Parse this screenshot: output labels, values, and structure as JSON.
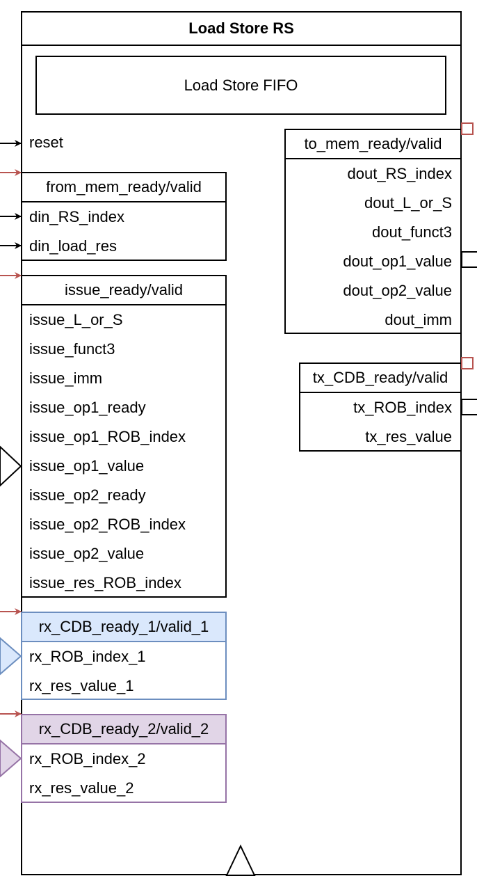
{
  "module": {
    "title": "Load Store RS",
    "fifo_label": "Load Store FIFO"
  },
  "reset_label": "reset",
  "from_mem": {
    "title": "from_mem_ready/valid",
    "rows": [
      "din_RS_index",
      "din_load_res"
    ]
  },
  "issue": {
    "title": "issue_ready/valid",
    "rows": [
      "issue_L_or_S",
      "issue_funct3",
      "issue_imm",
      "issue_op1_ready",
      "issue_op1_ROB_index",
      "issue_op1_value",
      "issue_op2_ready",
      "issue_op2_ROB_index",
      "issue_op2_value",
      "issue_res_ROB_index"
    ]
  },
  "rx_cdb_1": {
    "title": "rx_CDB_ready_1/valid_1",
    "rows": [
      "rx_ROB_index_1",
      "rx_res_value_1"
    ],
    "fill": "#dae8fc",
    "stroke": "#6c8ebf"
  },
  "rx_cdb_2": {
    "title": "rx_CDB_ready_2/valid_2",
    "rows": [
      "rx_ROB_index_2",
      "rx_res_value_2"
    ],
    "fill": "#e1d5e7",
    "stroke": "#9673a6"
  },
  "to_mem": {
    "title": "to_mem_ready/valid",
    "rows": [
      "dout_RS_index",
      "dout_L_or_S",
      "dout_funct3",
      "dout_op1_value",
      "dout_op2_value",
      "dout_imm"
    ]
  },
  "tx_cdb": {
    "title": "tx_CDB_ready/valid",
    "rows": [
      "tx_ROB_index",
      "tx_res_value"
    ]
  },
  "colors": {
    "handshake_arrow": "#b85450",
    "line": "#000000"
  }
}
